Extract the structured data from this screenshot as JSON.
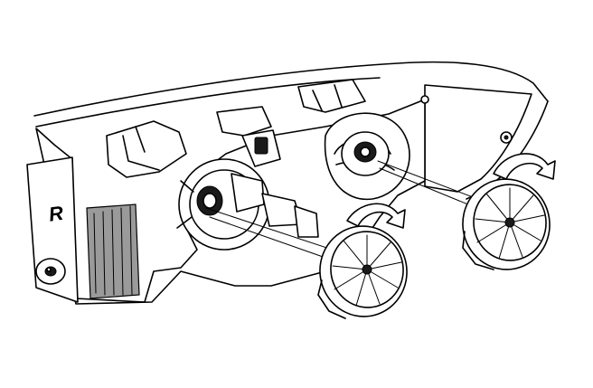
{
  "figure": {
    "headlamp_side_mark": "R",
    "icons": [
      "headlamp-assembly",
      "bulb-socket",
      "bulb-cap-cover",
      "rotate-arrow"
    ],
    "line_color": "#000000",
    "background_color": "#ffffff"
  }
}
